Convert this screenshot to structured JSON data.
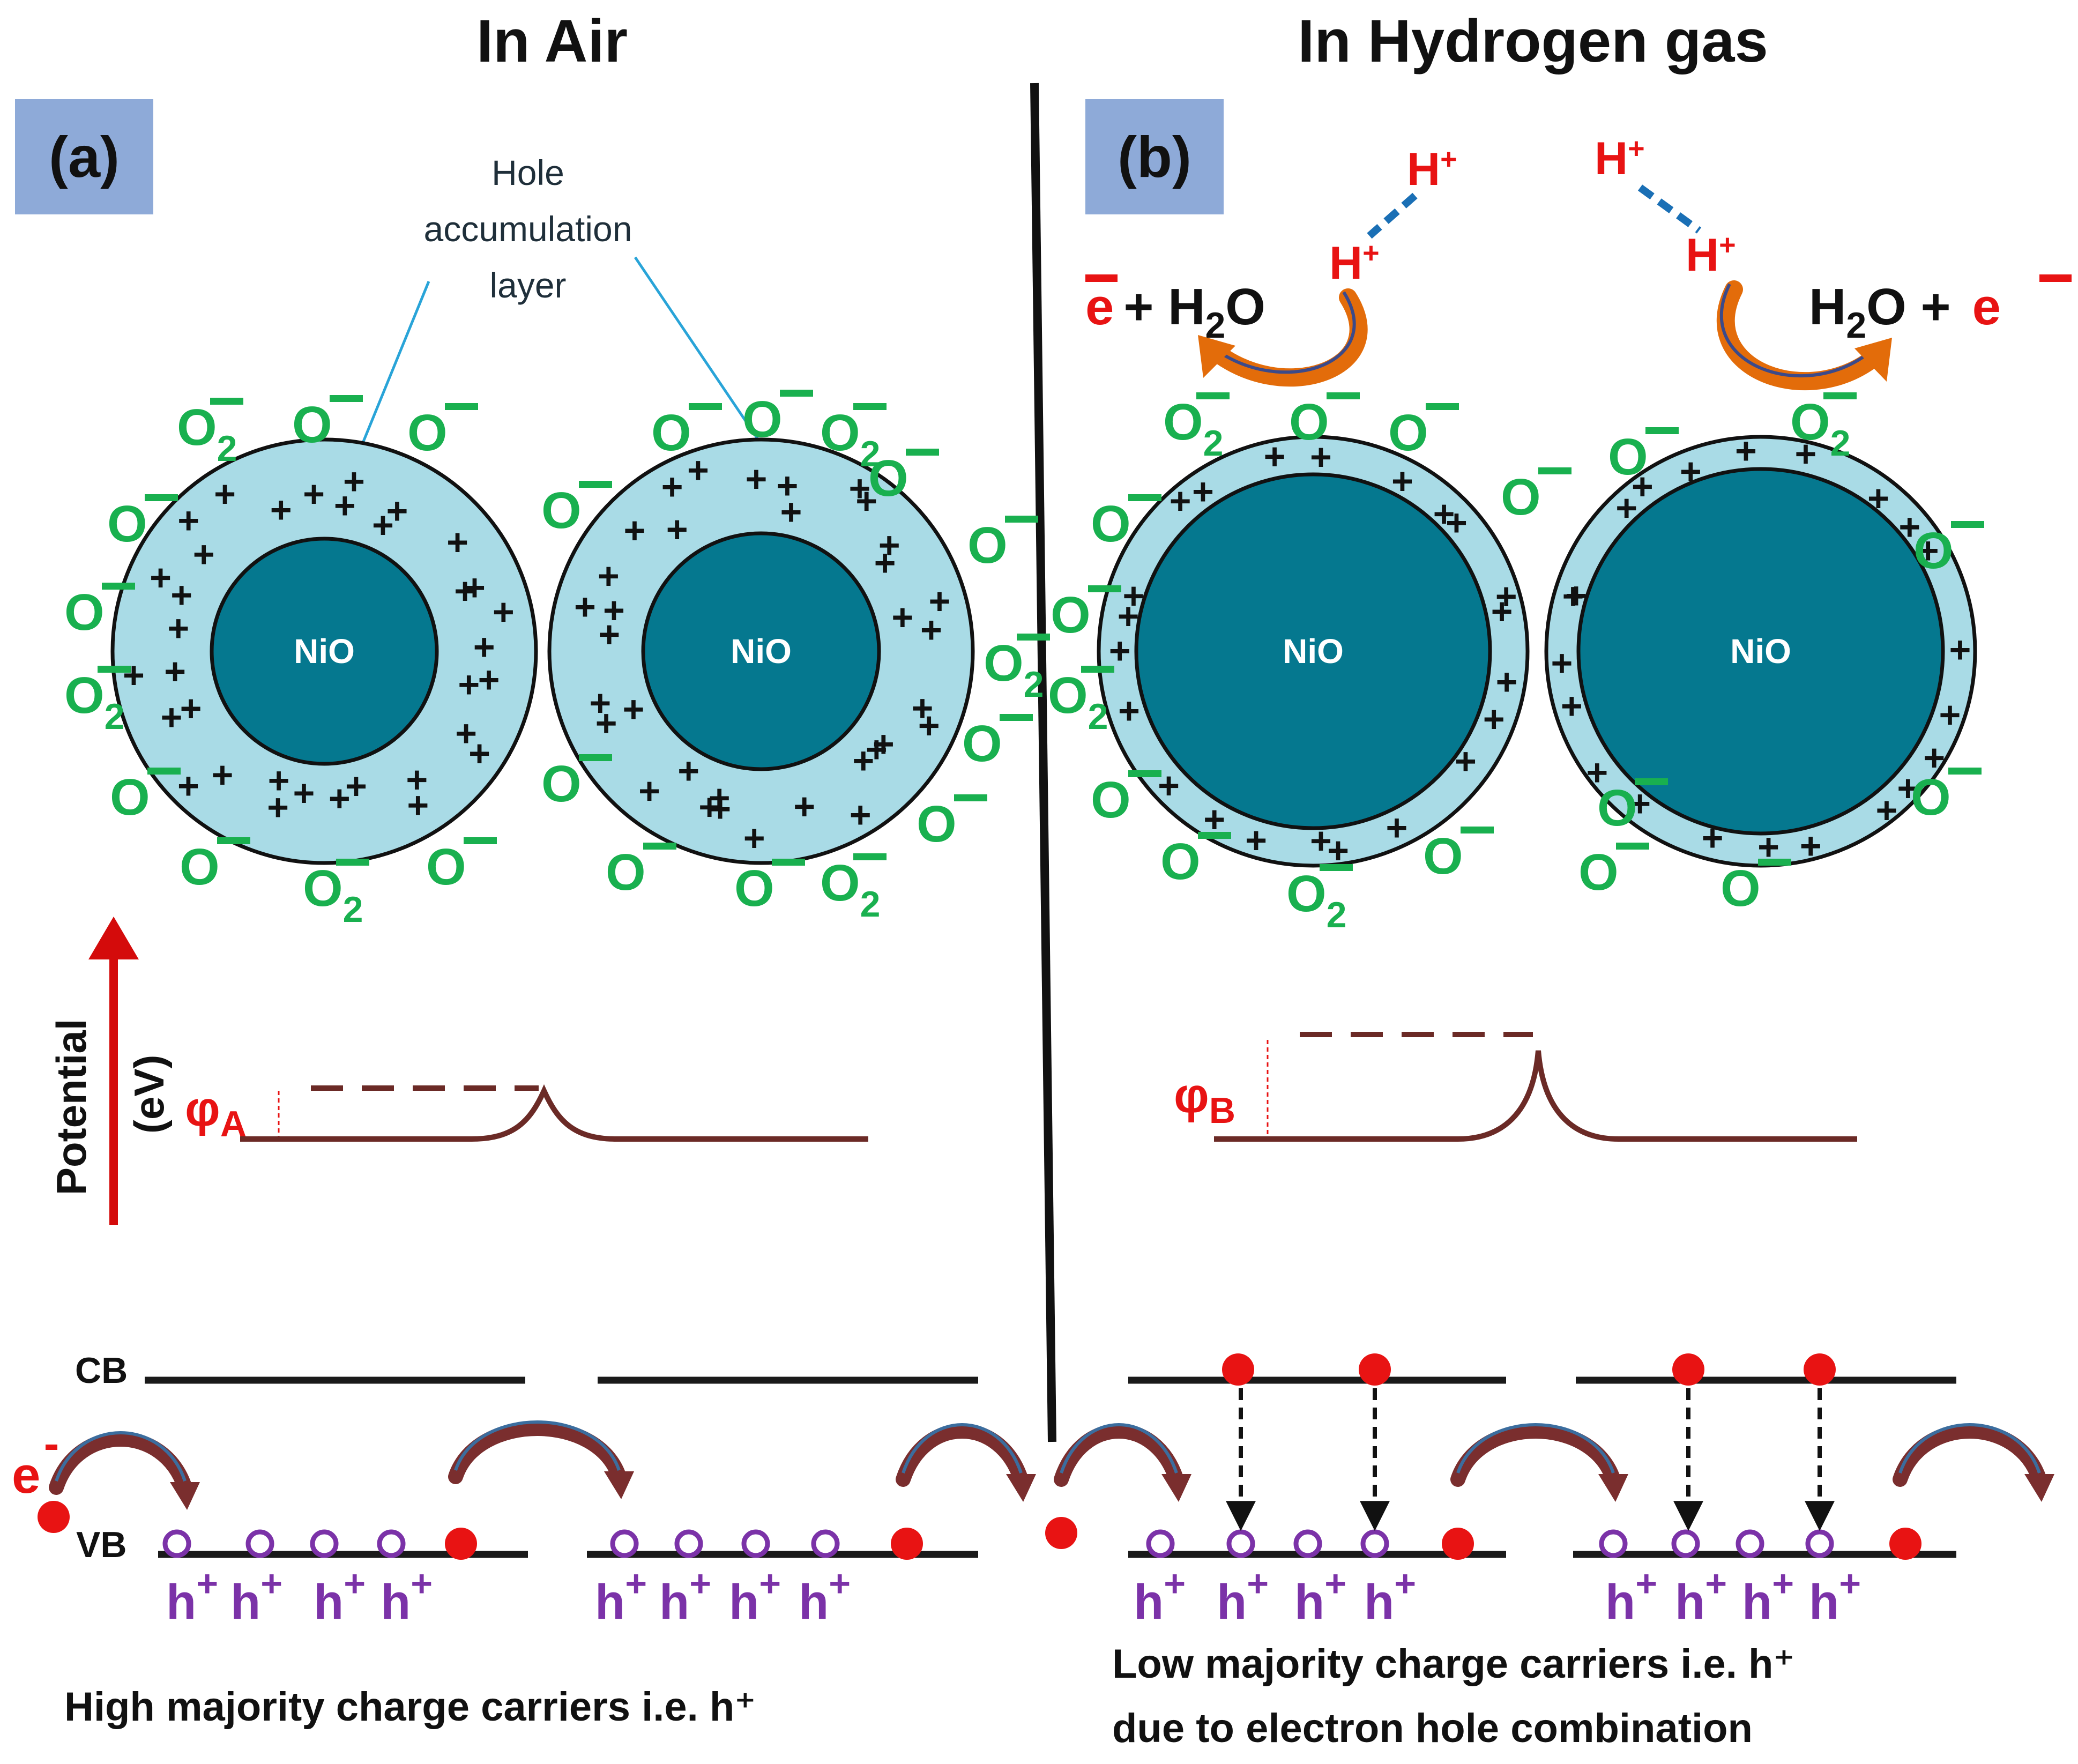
{
  "panels": [
    {
      "id": "a",
      "title": "In Air",
      "label": "(a)",
      "callout": [
        "Hole",
        "accumulation",
        "layer"
      ],
      "particles": [
        "NiO",
        "NiO"
      ],
      "barrier_label": "φ",
      "barrier_sub": "A",
      "caption": [
        "High majority charge carriers i.e. h⁺"
      ]
    },
    {
      "id": "b",
      "title": "In  Hydrogen gas",
      "label": "(b)",
      "particles": [
        "NiO",
        "NiO"
      ],
      "barrier_label": "φ",
      "barrier_sub": "B",
      "reaction_left": {
        "e": "e",
        "rest": "+ H",
        "two": "2",
        "o": "O"
      },
      "reaction_right": {
        "h": "H",
        "two": "2",
        "o": "O +",
        "e": "e"
      },
      "hydrogen": "H",
      "caption": [
        "Low majority charge carriers i.e. h⁺",
        "due to electron hole combination"
      ]
    }
  ],
  "axis": {
    "label": "Potential",
    "unit": "(eV)"
  },
  "bands": {
    "conduction": "CB",
    "valence": "VB",
    "electron": "e"
  },
  "species": {
    "oxygen": "O",
    "oxygen_sub": "2",
    "hole": "h",
    "plus": "+"
  },
  "colors": {
    "shell": "#a9dbe6",
    "core": "#05788f",
    "oxygen_ion": "#19b04f",
    "hole_carrier": "#7b32a8",
    "electron": "#e81313",
    "arrow_orange": "#e36c0a",
    "arrow_maroon": "#7a2e2e",
    "barrier_line": "#6b2a26",
    "potential_arrow": "#d40b0b",
    "label_box": "#8eaad8"
  }
}
